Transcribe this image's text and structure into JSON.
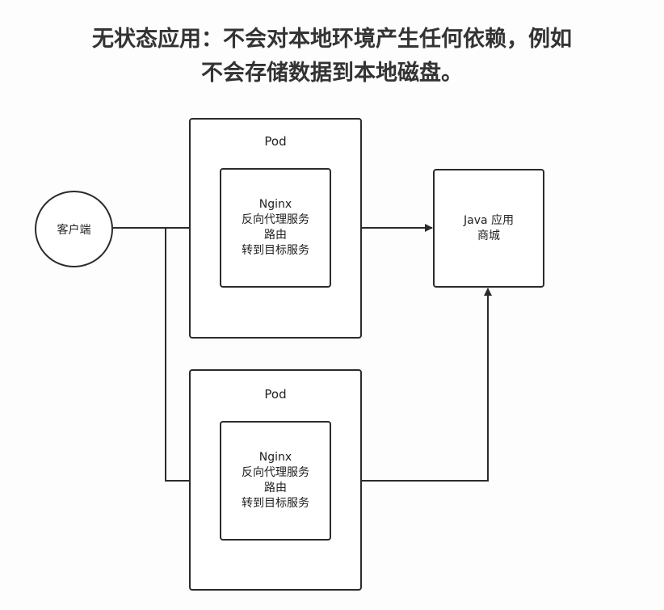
{
  "title": {
    "line1": "无状态应用：不会对本地环境产生任何依赖，例如",
    "line2": "不会存储数据到本地磁盘。"
  },
  "client": {
    "label": "客户端"
  },
  "pods": [
    {
      "label": "Pod",
      "nginx": [
        "Nginx",
        "反向代理服务",
        "路由",
        "转到目标服务"
      ]
    },
    {
      "label": "Pod",
      "nginx": [
        "Nginx",
        "反向代理服务",
        "路由",
        "转到目标服务"
      ]
    }
  ],
  "java_app": {
    "lines": [
      "Java 应用",
      "商城"
    ]
  },
  "colors": {
    "stroke": "#2b2b2b",
    "title": "#333333"
  }
}
